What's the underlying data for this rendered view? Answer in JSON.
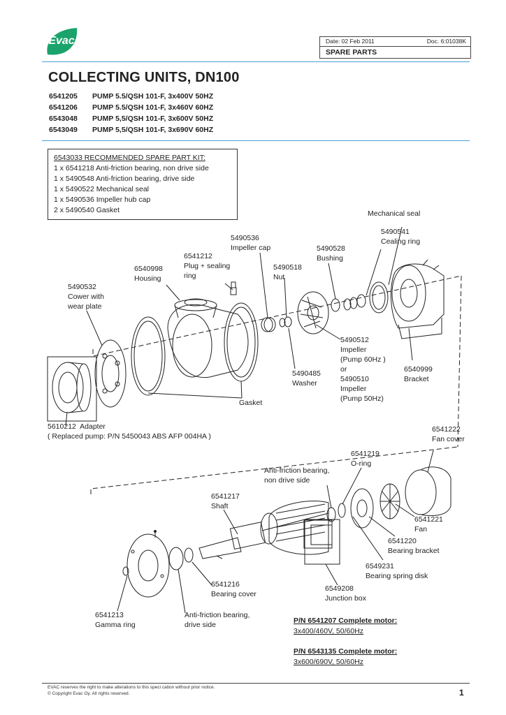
{
  "brand": {
    "logo_text": "Evac",
    "logo_color": "#1aa36b"
  },
  "header": {
    "date": "Date:   02 Feb 2011",
    "doc": "Doc. 6:01038K",
    "section": "SPARE PARTS"
  },
  "title": "COLLECTING UNITS, DN100",
  "models": [
    {
      "code": "6541205",
      "desc": "PUMP 5.5/QSH 101-F, 3x400V 50HZ"
    },
    {
      "code": "6541206",
      "desc": "PUMP 5.5/QSH 101-F, 3x460V 60HZ"
    },
    {
      "code": "6543048",
      "desc": "PUMP 5,5/QSH 101-F, 3x600V 50HZ"
    },
    {
      "code": "6543049",
      "desc": "PUMP 5,5/QSH 101-F, 3x690V 60HZ"
    }
  ],
  "kit": {
    "title": "6543033  RECOMMENDED SPARE PART KIT:",
    "items": [
      "1 x 6541218  Anti-friction bearing, non drive side",
      "1 x 5490548  Anti-friction bearing, drive side",
      "1 x 5490522  Mechanical seal",
      "1 x 5490536  Impeller hub cap",
      "2 x 5490540  Gasket"
    ]
  },
  "labels": {
    "mech_seal": "Mechanical seal",
    "cealing_ring": "5490541\nCealing ring",
    "impeller_cap": "5490536\nImpeller cap",
    "bushing": "5490528\nBushing",
    "plug": "6541212\nPlug + sealing\nring",
    "nut": "5490518\nNut",
    "housing": "6540998\nHousing",
    "cower": "5490532\nCower with\nwear plate",
    "impeller": "5490512\nImpeller\n(Pump 60Hz )\nor\n5490510\nImpeller\n(Pump 50Hz)",
    "washer": "5490485\nWasher",
    "bracket": "6540999\nBracket",
    "gasket": "Gasket",
    "adapter": "5610212  Adapter\n( Replaced pump: P/N 5450043 ABS AFP 004HA )",
    "fan_cover": "6541222\nFan cover",
    "oring": "6541219\nO-ring",
    "afb_nds": "Anti-friction bearing,\nnon drive side",
    "shaft": "6541217\nShaft",
    "fan": "6541221\nFan",
    "bearing_bracket": "6541220\nBearing bracket",
    "spring_disk": "6549231\nBearing spring disk",
    "bearing_cover": "6541216\nBearing cover",
    "junction_box": "6549208\nJunction box",
    "gamma_ring": "6541213\nGamma ring",
    "afb_ds": "Anti-friction bearing,\ndrive side"
  },
  "motors": [
    {
      "title": "P/N 6541207  Complete motor:",
      "spec": "3x400/460V, 50/60Hz"
    },
    {
      "title": "P/N 6543135  Complete motor:",
      "spec": "3x600/690V, 50/60Hz"
    }
  ],
  "footer": {
    "line1": "EVAC reserves the right to make alterations to this speci cation without prior notice.",
    "line2": "© Copyright Evac Oy. All rights reserved.",
    "page": "1"
  }
}
